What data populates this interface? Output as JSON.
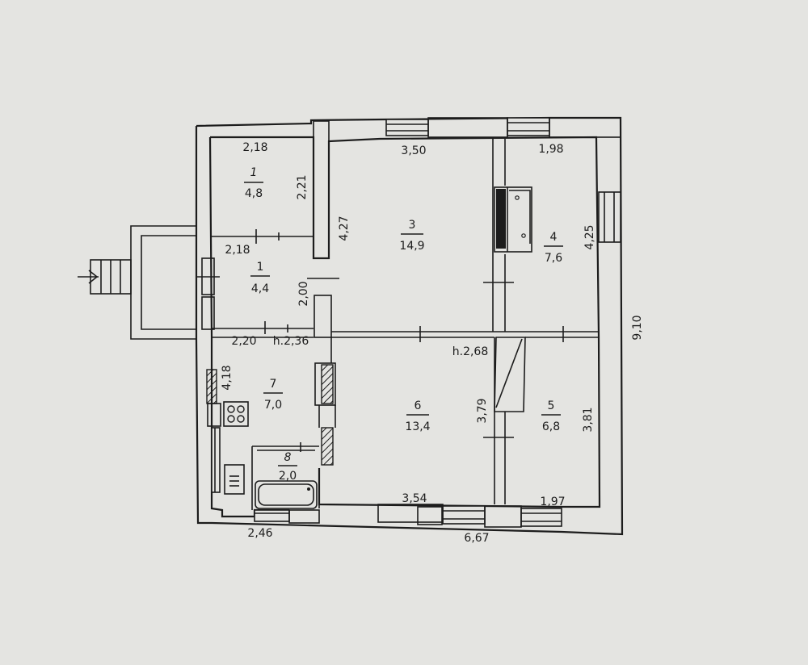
{
  "rooms": [
    {
      "id": "r1a",
      "number": "1",
      "area": "4,8"
    },
    {
      "id": "r1b",
      "number": "1",
      "area": "4,4"
    },
    {
      "id": "r3",
      "number": "3",
      "area": "14,9"
    },
    {
      "id": "r4",
      "number": "4",
      "area": "7,6"
    },
    {
      "id": "r5",
      "number": "5",
      "area": "6,8"
    },
    {
      "id": "r6",
      "number": "6",
      "area": "13,4"
    },
    {
      "id": "r7",
      "number": "7",
      "area": "7,0"
    },
    {
      "id": "r8",
      "number": "8",
      "area": "2,0"
    }
  ],
  "dimensions": {
    "d_2_18_top": "2,18",
    "d_2_21": "2,21",
    "d_2_18_mid": "2,18",
    "d_2_00": "2,00",
    "d_2_20": "2,20",
    "h_2_36": "h.2,36",
    "d_4_18": "4,18",
    "d_2_46": "2,46",
    "d_3_50": "3,50",
    "d_4_27": "4,27",
    "d_1_98": "1,98",
    "d_4_25": "4,25",
    "d_9_10": "9,10",
    "h_2_68": "h.2,68",
    "d_3_79": "3,79",
    "d_3_81": "3,81",
    "d_3_54": "3,54",
    "d_1_97": "1,97",
    "d_6_67": "6,67"
  }
}
